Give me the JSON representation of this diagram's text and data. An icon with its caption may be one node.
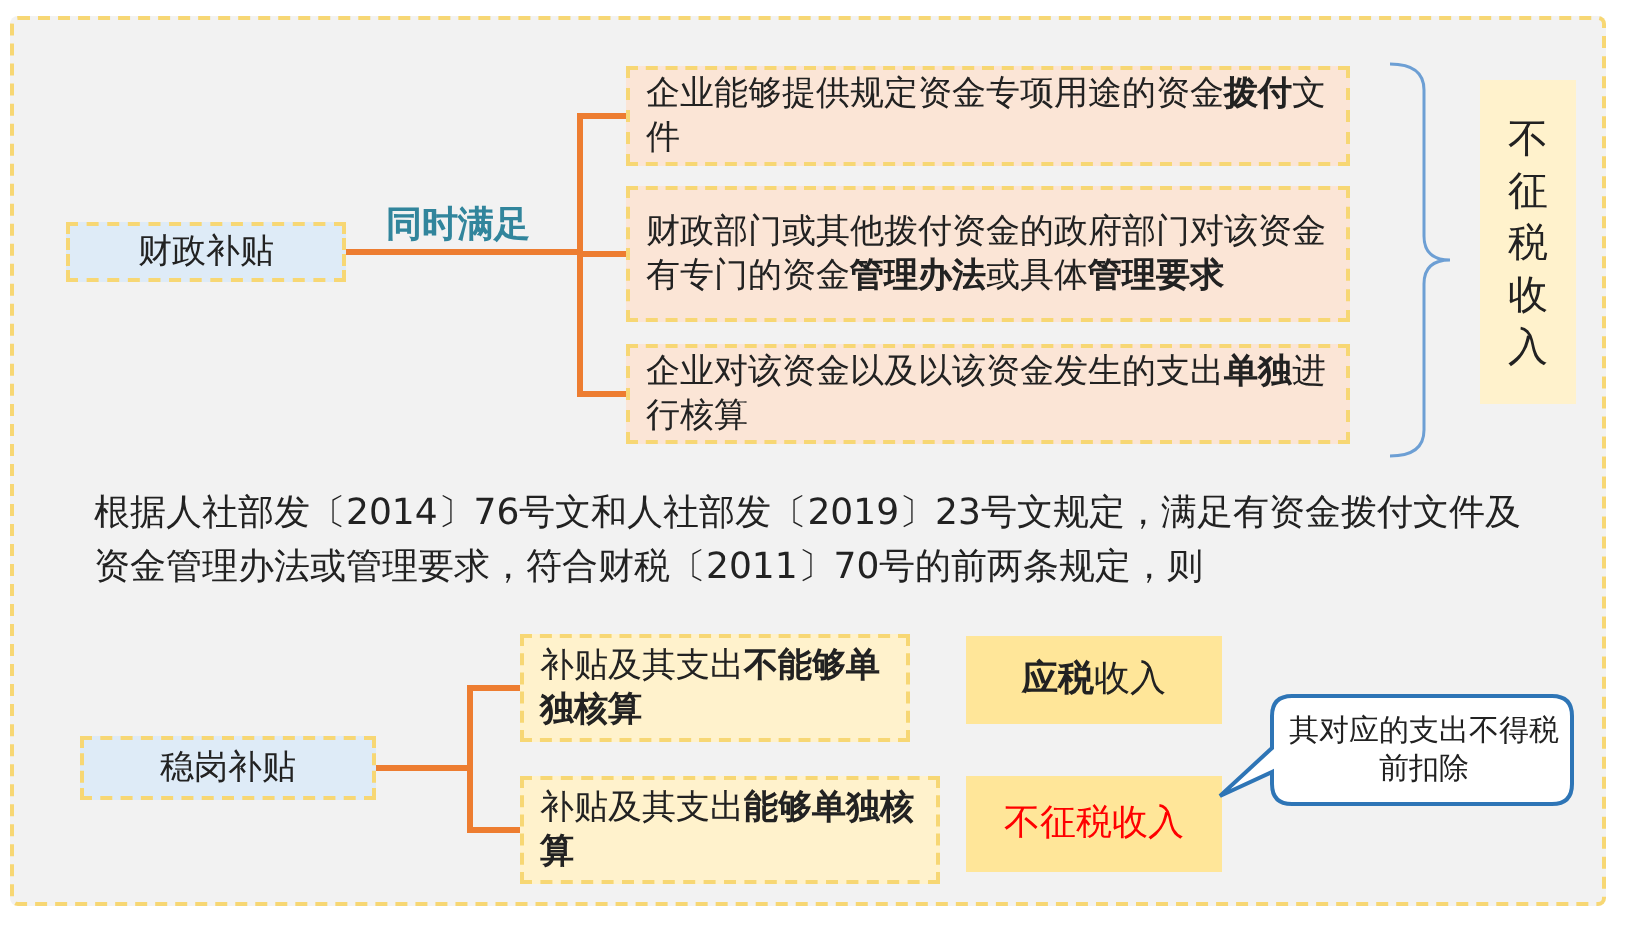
{
  "diagram": {
    "nodes": [
      {
        "text": [
          "财政补贴"
        ]
      },
      {
        "text": [
          "企业能够提供规定资金专项用途的资金**拨付**文件"
        ]
      },
      {
        "text": [
          "财政部门或其他拨付资金的政府部门对该资金有专门的资金**管理办法**或具体**管理要求**"
        ]
      },
      {
        "text": [
          "企业对该资金以及以该资金发生的支出**单独**进行核算"
        ]
      },
      {
        "text": [
          "不征税收入"
        ]
      },
      {
        "text": [
          "稳岗补贴"
        ]
      },
      {
        "text": [
          "补贴及其支出**不能够单独核算**"
        ]
      },
      {
        "text": [
          "**应税**收入"
        ]
      },
      {
        "text": [
          "补贴及其支出**能够单独核算**"
        ]
      },
      {
        "text": [
          "不征税收入"
        ]
      },
      {
        "text": [
          "其对应的支出不得税前扣除"
        ]
      }
    ],
    "edges": [
      {
        "from": 0,
        "to": 1,
        "arrow": "none"
      },
      {
        "from": 0,
        "to": 2,
        "arrow": "none",
        "label": "同时满足"
      },
      {
        "from": 0,
        "to": 3,
        "arrow": "none"
      },
      {
        "from": 5,
        "to": 6,
        "arrow": "none"
      },
      {
        "from": 5,
        "to": 8,
        "arrow": "none"
      }
    ],
    "labels": [
      "根据人社部发〔2014〕76号文和人社部发〔2019〕23号文规定，满足有资金拨付文件及资金管理办法或管理要求，符合财税〔2011〕70号的前两条规定，则"
    ]
  }
}
